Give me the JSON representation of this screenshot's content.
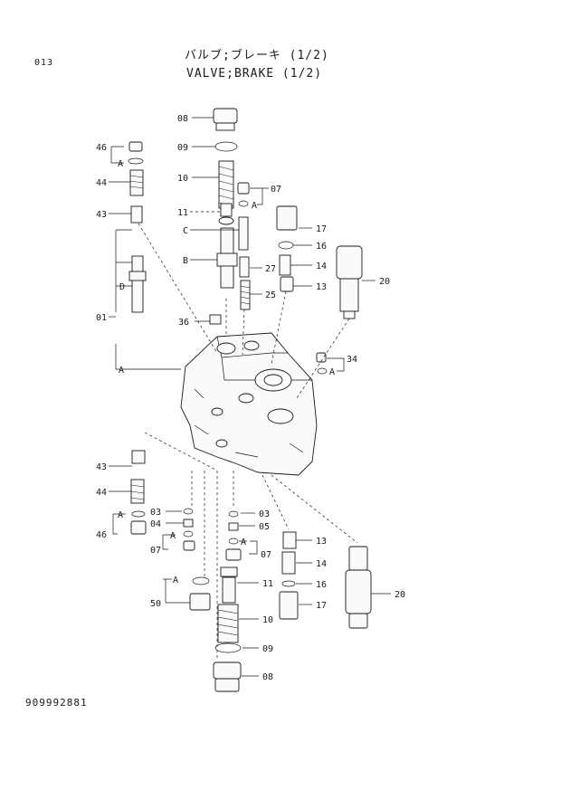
{
  "header": {
    "page_number": "013",
    "title_jp": "バルブ;ブレーキ (1/2)",
    "title_en": "VALVE;BRAKE (1/2)"
  },
  "footer": {
    "doc_number": "909992881"
  },
  "callouts": [
    "08",
    "09",
    "10",
    "11",
    "C",
    "B",
    "D",
    "01",
    "A",
    "46",
    "A",
    "44",
    "43",
    "07",
    "A",
    "17",
    "16",
    "14",
    "13",
    "20",
    "27",
    "25",
    "36",
    "34",
    "A",
    "43",
    "44",
    "03",
    "04",
    "A",
    "46",
    "A",
    "07",
    "A",
    "50",
    "03",
    "05",
    "A",
    "07",
    "13",
    "14",
    "16",
    "17",
    "20",
    "11",
    "10",
    "09",
    "08"
  ]
}
